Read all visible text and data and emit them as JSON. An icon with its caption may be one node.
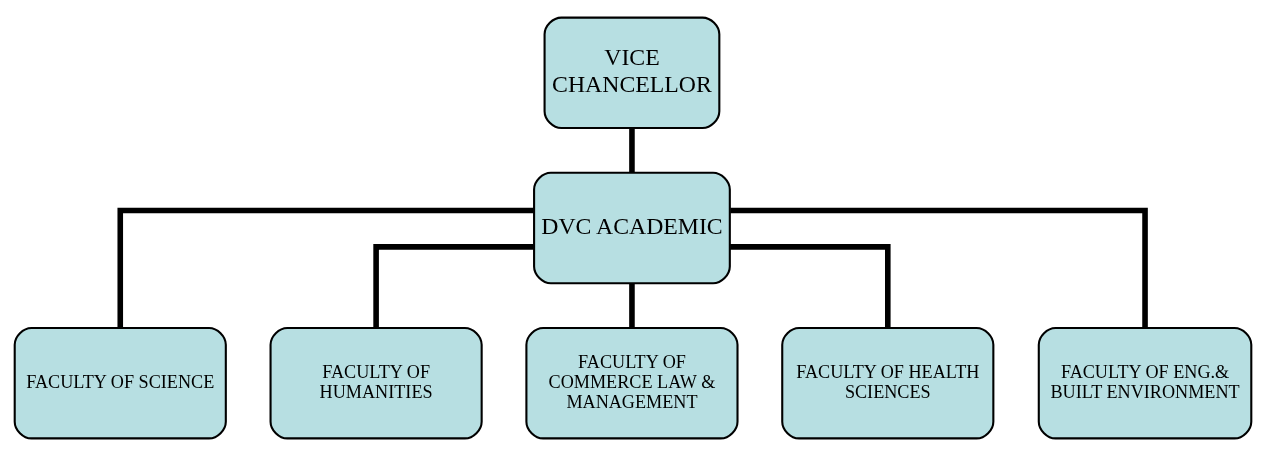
{
  "diagram": {
    "nodes": [
      {
        "text": [
          "VICE CHANCELLOR"
        ]
      },
      {
        "text": [
          "DVC ACADEMIC"
        ]
      },
      {
        "text": [
          "FACULTY OF SCIENCE"
        ]
      },
      {
        "text": [
          "FACULTY OF HUMANITIES"
        ]
      },
      {
        "text": [
          "FACULTY OF COMMERCE LAW & MANAGEMENT"
        ]
      },
      {
        "text": [
          "FACULTY OF HEALTH SCIENCES"
        ]
      },
      {
        "text": [
          "FACULTY OF ENG.& BUILT ENVIRONMENT"
        ]
      }
    ],
    "edges": [
      {
        "from": 0,
        "to": 1,
        "arrow": "none"
      },
      {
        "from": 1,
        "to": 2,
        "arrow": "none"
      },
      {
        "from": 1,
        "to": 3,
        "arrow": "none"
      },
      {
        "from": 1,
        "to": 4,
        "arrow": "none"
      },
      {
        "from": 1,
        "to": 5,
        "arrow": "none"
      },
      {
        "from": 1,
        "to": 6,
        "arrow": "none"
      }
    ]
  }
}
